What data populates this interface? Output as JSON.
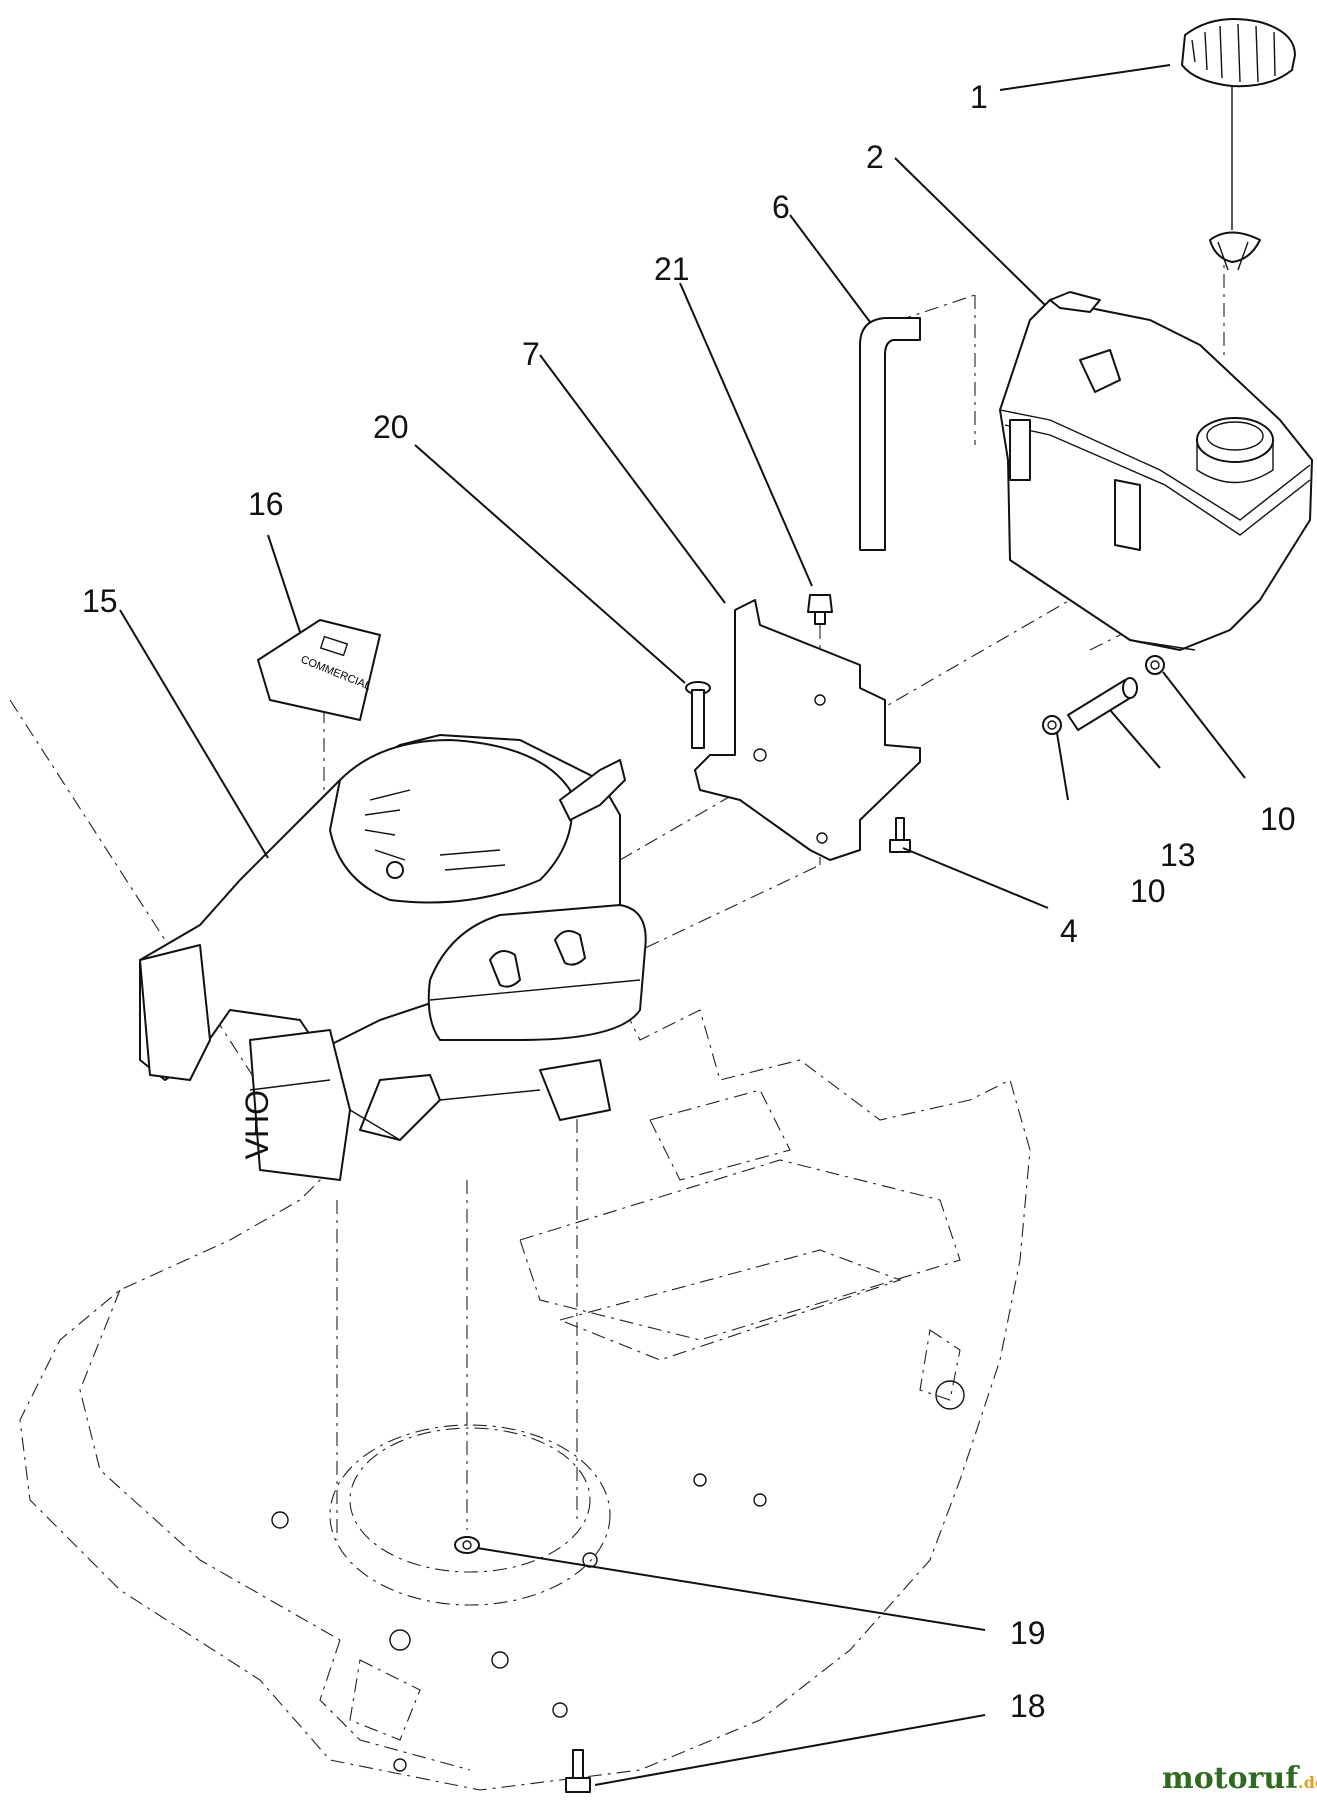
{
  "callouts": [
    {
      "id": "c1",
      "label": "1"
    },
    {
      "id": "c2",
      "label": "2"
    },
    {
      "id": "c6",
      "label": "6"
    },
    {
      "id": "c21",
      "label": "21"
    },
    {
      "id": "c7",
      "label": "7"
    },
    {
      "id": "c20",
      "label": "20"
    },
    {
      "id": "c16",
      "label": "16"
    },
    {
      "id": "c15",
      "label": "15"
    },
    {
      "id": "c10a",
      "label": "10"
    },
    {
      "id": "c13",
      "label": "13"
    },
    {
      "id": "c10b",
      "label": "10"
    },
    {
      "id": "c4",
      "label": "4"
    },
    {
      "id": "c19",
      "label": "19"
    },
    {
      "id": "c18",
      "label": "18"
    }
  ],
  "engine_label": "OHV",
  "decal_text": "COMMERCIAL",
  "watermark": {
    "main": "motoruf",
    "suffix": ".de",
    "color_main": "#2e6b1e",
    "color_dot": "#e0a020"
  }
}
